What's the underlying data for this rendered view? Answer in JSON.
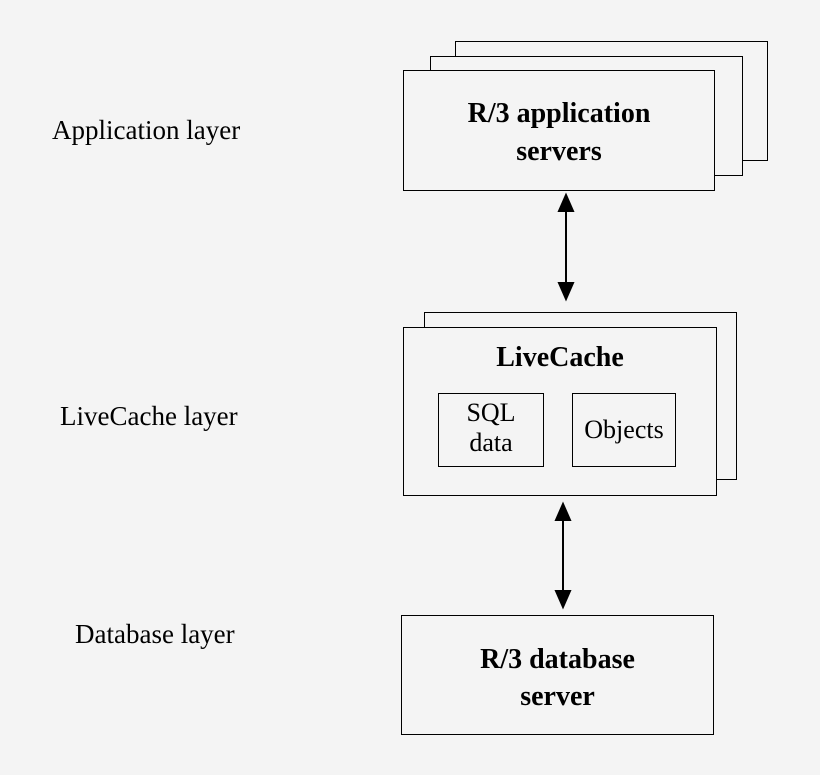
{
  "layers": {
    "application": "Application layer",
    "livecache": "LiveCache layer",
    "database": "Database layer"
  },
  "boxes": {
    "app_servers": {
      "line1": "R/3 application",
      "line2": "servers"
    },
    "livecache": {
      "title": "LiveCache",
      "sql_data": {
        "line1": "SQL",
        "line2": "data"
      },
      "objects": "Objects"
    },
    "db_server": {
      "line1": "R/3 database",
      "line2": "server"
    }
  }
}
